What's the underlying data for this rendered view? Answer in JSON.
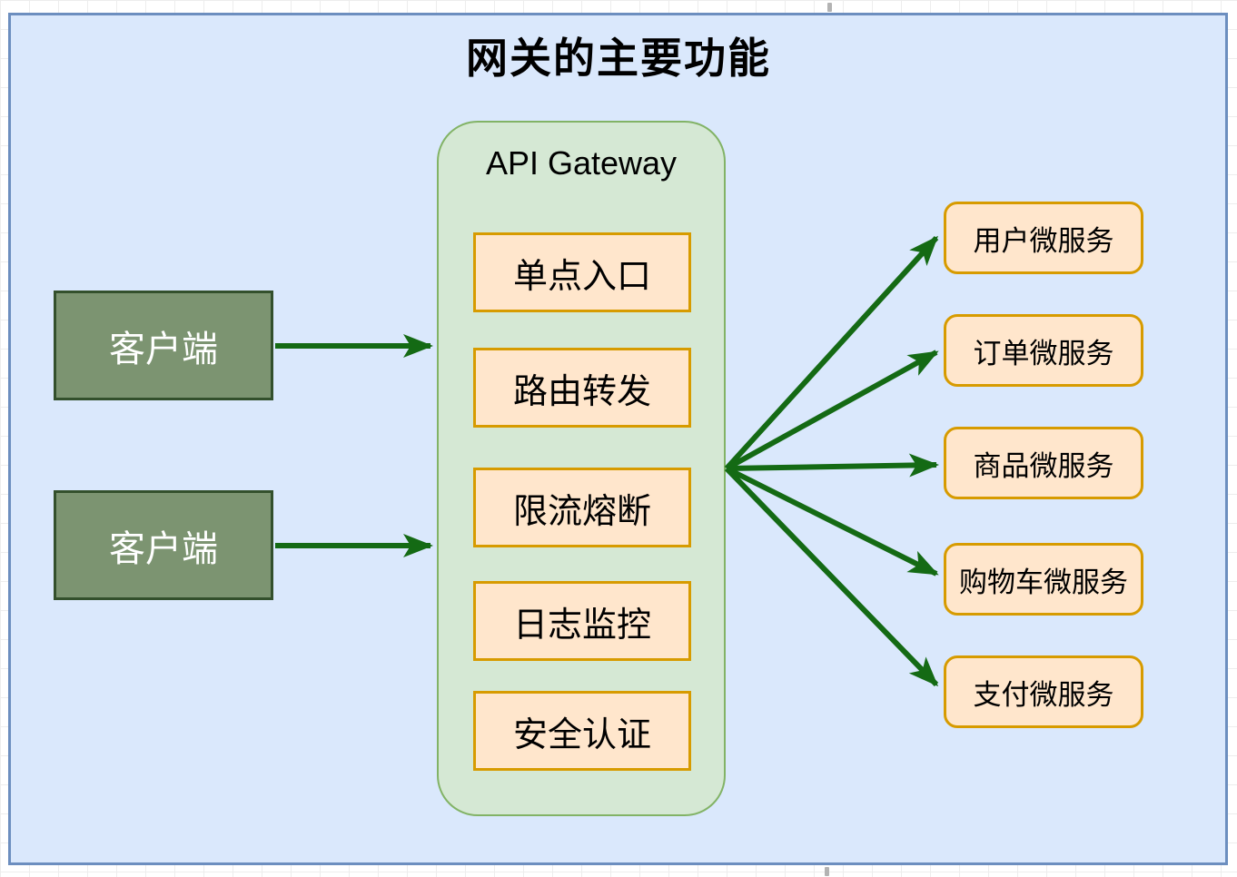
{
  "title": "网关的主要功能",
  "canvas": {
    "fill": "#dae8fc",
    "border": "#6c8ebf"
  },
  "clients": [
    {
      "id": "client-1",
      "label": "客户端"
    },
    {
      "id": "client-2",
      "label": "客户端"
    }
  ],
  "client_style": {
    "fill": "#7c9471",
    "border": "#33502c",
    "text_color": "#ffffff"
  },
  "gateway": {
    "title": "API Gateway",
    "fill": "#d5e8d4",
    "border": "#82b366",
    "functions": [
      {
        "label": "单点入口"
      },
      {
        "label": "路由转发"
      },
      {
        "label": "限流熔断"
      },
      {
        "label": "日志监控"
      },
      {
        "label": "安全认证"
      }
    ],
    "function_style": {
      "fill": "#ffe6cc",
      "border": "#d79b00"
    }
  },
  "microservices": [
    {
      "label": "用户微服务"
    },
    {
      "label": "订单微服务"
    },
    {
      "label": "商品微服务"
    },
    {
      "label": "购物车微服务"
    },
    {
      "label": "支付微服务"
    }
  ],
  "microservice_style": {
    "fill": "#ffe6cc",
    "border": "#d79b00"
  },
  "arrow_color": "#146a14",
  "edges": [
    {
      "from": "client-1",
      "to": "api-gateway"
    },
    {
      "from": "client-2",
      "to": "api-gateway"
    },
    {
      "from": "api-gateway",
      "to": "用户微服务"
    },
    {
      "from": "api-gateway",
      "to": "订单微服务"
    },
    {
      "from": "api-gateway",
      "to": "商品微服务"
    },
    {
      "from": "api-gateway",
      "to": "购物车微服务"
    },
    {
      "from": "api-gateway",
      "to": "支付微服务"
    }
  ]
}
